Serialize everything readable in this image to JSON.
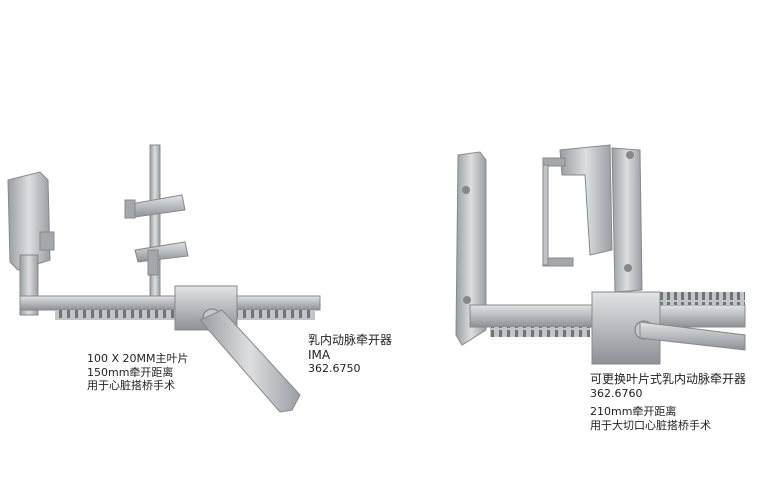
{
  "products": [
    {
      "name": "乳内动脉牵开器",
      "subtitle": "IMA",
      "code": "362.6750",
      "specs": [
        "100 X 20MM主叶片",
        "150mm牵开距离",
        "用于心脏搭桥手术"
      ]
    },
    {
      "name": "可更换叶片式乳内动脉牵开器",
      "code": "362.6760",
      "specs": [
        "210mm牵开距离",
        "用于大切口心脏搭桥手术"
      ]
    }
  ],
  "colors": {
    "metal": "#b9bcc0",
    "metal_dark": "#8a8e93",
    "metal_light": "#dfe1e3"
  }
}
